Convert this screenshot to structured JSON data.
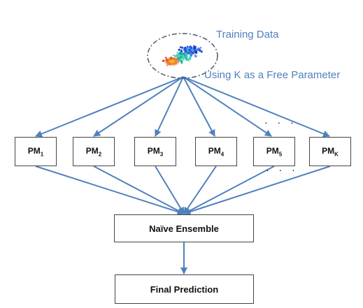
{
  "labels": {
    "training_data": "Training Data",
    "free_parameter": "Using K as a Free Parameter"
  },
  "models": [
    {
      "base": "PM",
      "sub": "1"
    },
    {
      "base": "PM",
      "sub": "2"
    },
    {
      "base": "PM",
      "sub": "3"
    },
    {
      "base": "PM",
      "sub": "4"
    },
    {
      "base": "PM",
      "sub": "5"
    },
    {
      "base": "PM",
      "sub": "K"
    }
  ],
  "ensemble": "Naïve Ensemble",
  "final": "Final Prediction",
  "ellipsis": "· · ·",
  "colors": {
    "arrow": "#4f81bd",
    "label_text": "#4f81bd",
    "box_border": "#444444"
  }
}
